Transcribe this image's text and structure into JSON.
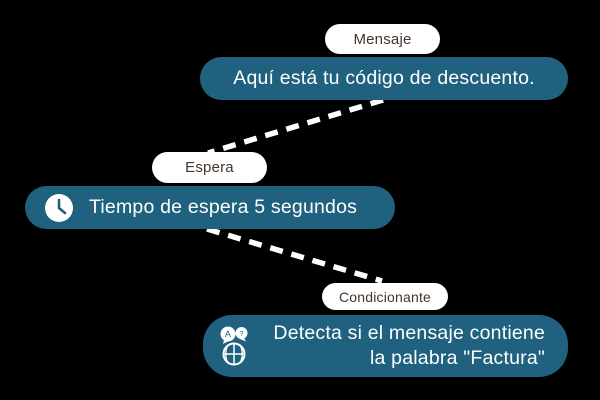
{
  "colors": {
    "background": "#000000",
    "node_fill": "#1f617f",
    "node_text": "#ffffff",
    "label_fill": "#ffffff",
    "label_text": "#44352c",
    "connector": "#ffffff"
  },
  "nodes": [
    {
      "id": "message",
      "label": "Mensaje",
      "text": "Aquí está tu código de descuento."
    },
    {
      "id": "wait",
      "label": "Espera",
      "text": "Tiempo de espera 5 segundos",
      "icon": "clock-icon"
    },
    {
      "id": "conditional",
      "label": "Condicionante",
      "lines": [
        "Detecta si el mensaje contiene",
        "la palabra \"Factura\""
      ],
      "icon": "language-brain-icon",
      "icon_bubble_letters": [
        "A",
        "?"
      ]
    }
  ]
}
